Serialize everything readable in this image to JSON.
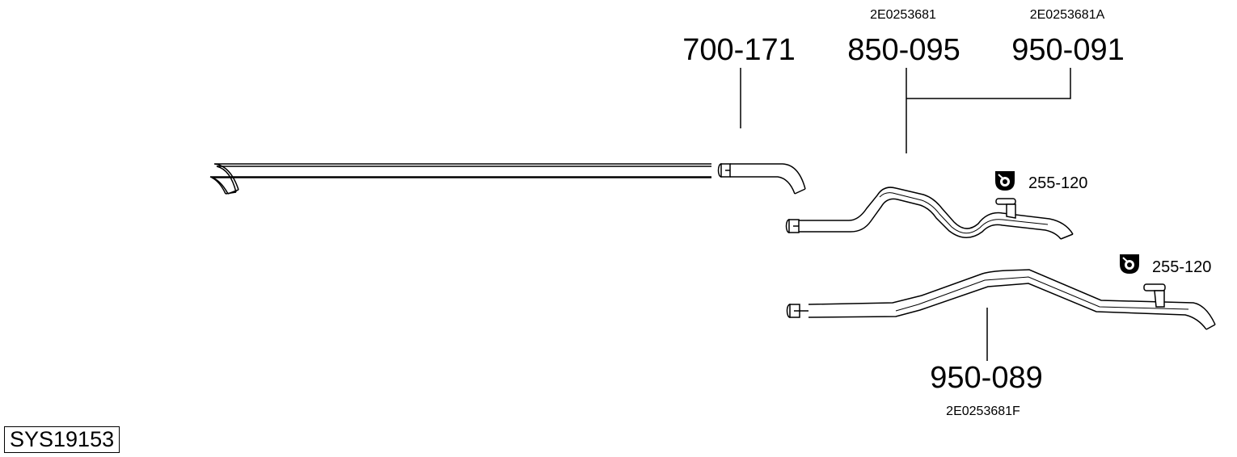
{
  "diagram": {
    "system_id": "SYS19153",
    "parts": {
      "front_pipe": {
        "part_number": "700-171"
      },
      "middle_pipe": {
        "part_number": "850-095",
        "oe_number": "2E0253681"
      },
      "middle_pipe_alt": {
        "part_number": "950-091",
        "oe_number": "2E0253681A"
      },
      "long_pipe": {
        "part_number": "950-089",
        "oe_number": "2E0253681F"
      }
    },
    "hangers": [
      {
        "part_number": "255-120",
        "icon": "rubber-hanger-icon"
      },
      {
        "part_number": "255-120",
        "icon": "rubber-hanger-icon"
      }
    ]
  }
}
